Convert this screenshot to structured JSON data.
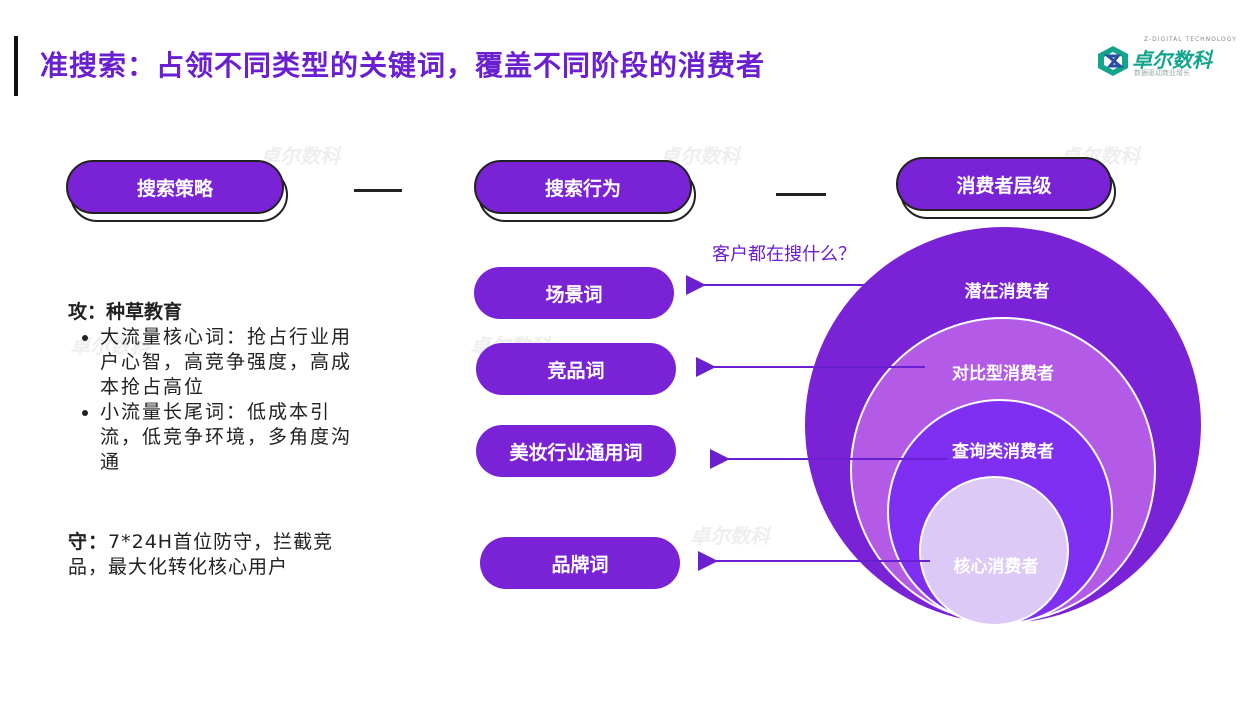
{
  "header": {
    "title": "准搜索：占领不同类型的关键词，覆盖不同阶段的消费者"
  },
  "logo": {
    "name": "卓尔数科",
    "subtitle": "数据驱动商业增长",
    "tech": "Z-DIGITAL TECHNOLOGY",
    "colors": {
      "primary": "#12a58c",
      "accent": "#2a4fa0"
    }
  },
  "columns": {
    "strategy": "搜索策略",
    "behavior": "搜索行为",
    "consumer": "消费者层级"
  },
  "question": "客户都在搜什么？",
  "keywords": [
    "场景词",
    "竞品词",
    "美妆行业通用词",
    "品牌词"
  ],
  "layers": [
    "潜在消费者",
    "对比型消费者",
    "查询类消费者",
    "核心消费者"
  ],
  "attack": {
    "heading": "攻：种草教育",
    "bullets": [
      "大流量核心词：抢占行业用户心智，高竞争强度，高成本抢占高位",
      "小流量长尾词：低成本引流，低竞争环境，多角度沟通"
    ]
  },
  "defend": {
    "heading": "守：",
    "text": "7*24H首位防守，拦截竞品，最大化转化核心用户"
  },
  "colors": {
    "title": "#6a1fd0",
    "pill": "#7a22d6",
    "layer1": "#7a22d6",
    "layer2": "#b35be6",
    "layer3": "#7f2ff2",
    "layer4": "#dcc9f5"
  }
}
